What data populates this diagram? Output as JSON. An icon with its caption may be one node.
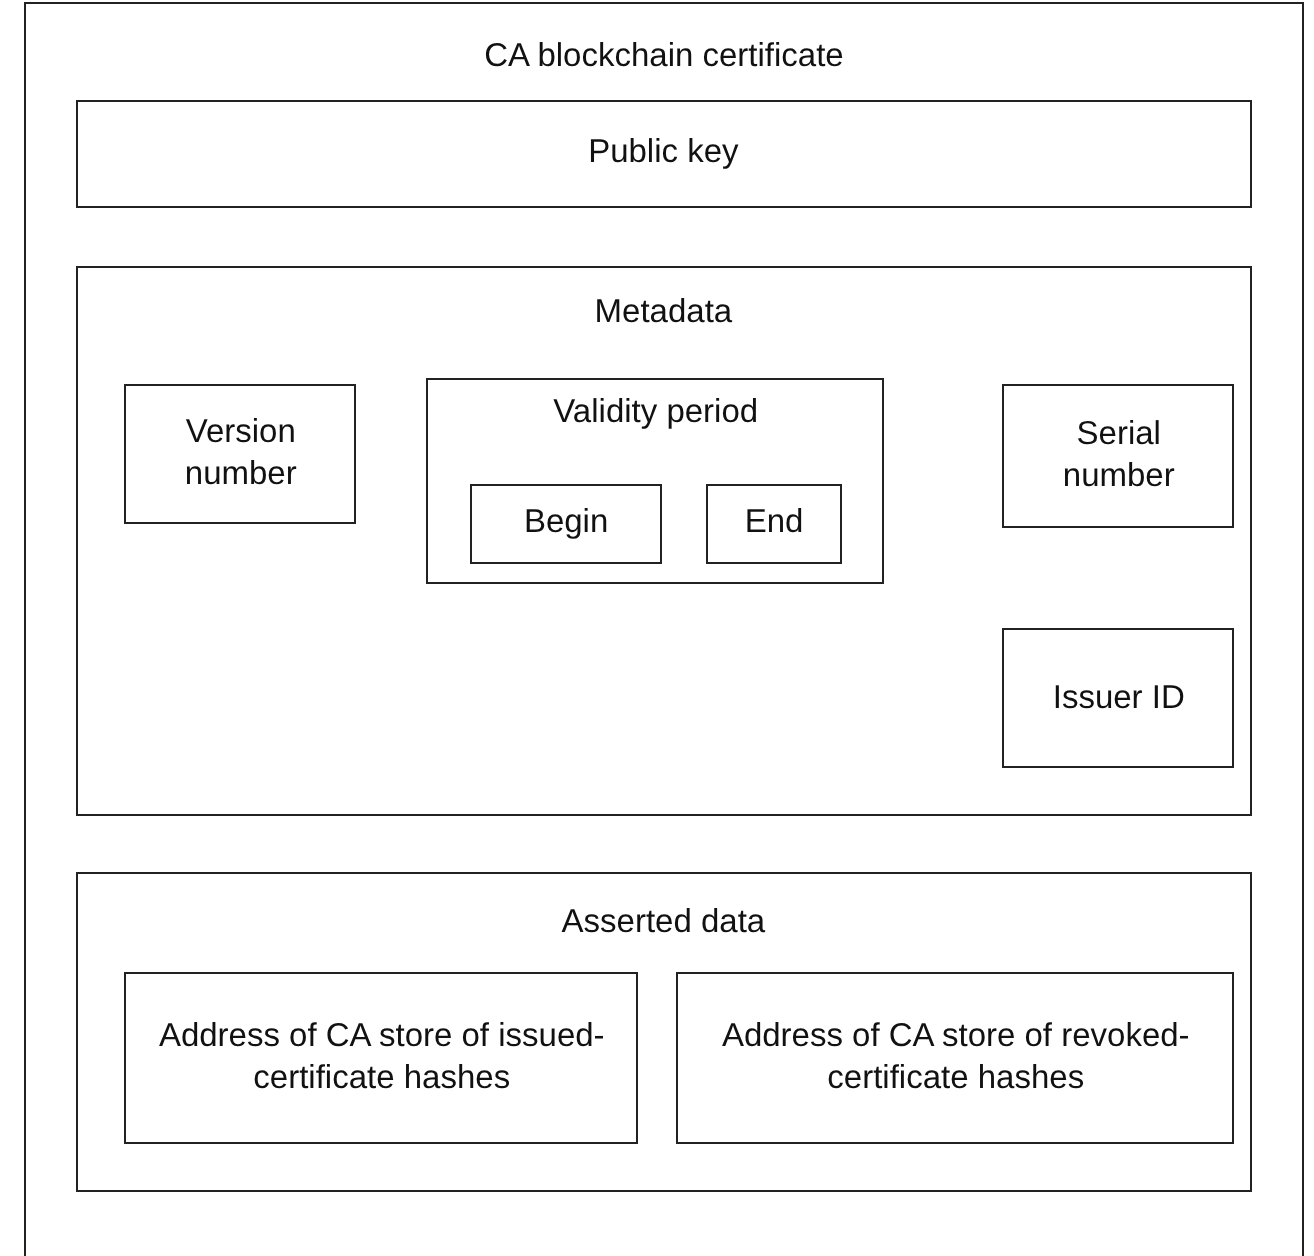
{
  "diagram": {
    "nodes": [
      {
        "text": [
          "CA blockchain certificate"
        ]
      },
      {
        "text": [
          "Public key"
        ],
        "in": 0
      },
      {
        "text": [
          "Metadata"
        ],
        "in": 0
      },
      {
        "text": [
          "Version number"
        ],
        "in": 2
      },
      {
        "text": [
          "Validity period"
        ],
        "in": 2
      },
      {
        "text": [
          "Begin"
        ],
        "in": 4
      },
      {
        "text": [
          "End"
        ],
        "in": 4
      },
      {
        "text": [
          "Serial number"
        ],
        "in": 2
      },
      {
        "text": [
          "Issuer ID"
        ],
        "in": 2
      },
      {
        "text": [
          "Asserted data"
        ],
        "in": 0
      },
      {
        "text": [
          "Address of CA store of issued-certificate hashes"
        ],
        "in": 9
      },
      {
        "text": [
          "Address of CA store of revoked-certificate hashes"
        ],
        "in": 9
      }
    ]
  }
}
